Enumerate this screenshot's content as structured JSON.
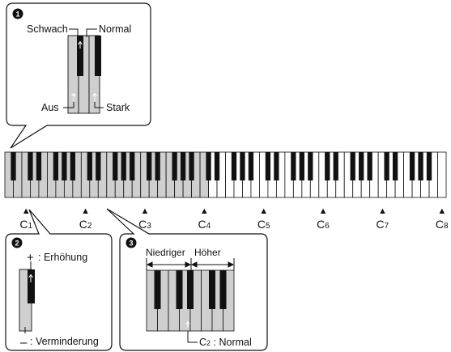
{
  "colors": {
    "shaded": "#cfcfcf",
    "ink": "#111111"
  },
  "callout_1": {
    "number": "1",
    "labels": {
      "schwach": "Schwach",
      "normal": "Normal",
      "aus": "Aus",
      "stark": "Stark"
    }
  },
  "keyboard": {
    "octave_labels": [
      {
        "letter": "C",
        "sub": "1"
      },
      {
        "letter": "C",
        "sub": "2"
      },
      {
        "letter": "C",
        "sub": "3"
      },
      {
        "letter": "C",
        "sub": "4"
      },
      {
        "letter": "C",
        "sub": "5"
      },
      {
        "letter": "C",
        "sub": "6"
      },
      {
        "letter": "C",
        "sub": "7"
      },
      {
        "letter": "C",
        "sub": "8"
      }
    ],
    "marker_glyph": "▲"
  },
  "callout_2": {
    "number": "2",
    "plus": "+",
    "plus_label": ": Erhöhung",
    "minus": "–",
    "minus_label": ": Verminderung"
  },
  "callout_3": {
    "number": "3",
    "lower": "Niedriger",
    "higher": "Höher",
    "normal_letter": "C",
    "normal_sub": "2",
    "normal_label": " : Normal"
  }
}
